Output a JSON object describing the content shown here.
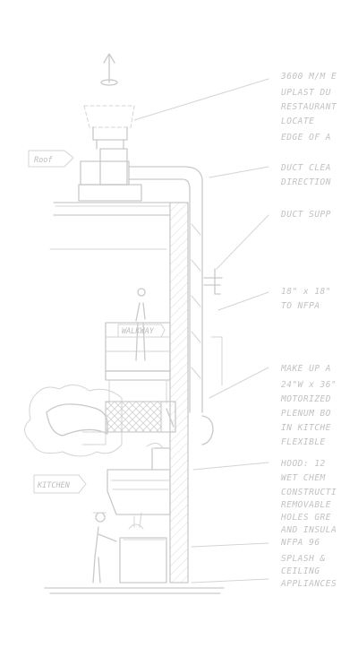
{
  "labels": {
    "roof": "Roof",
    "walkway": "WALKWAY",
    "kitchen": "KITCHEN"
  },
  "notes": [
    "3600 M/M E",
    "UPLAST DU",
    "RESTAURANT",
    "LOCATE",
    "EDGE OF A",
    "DUCT CLEA",
    "DIRECTION",
    "DUCT SUPP",
    "18\" x 18\"",
    "TO NFPA",
    "MAKE UP A",
    "24\"W x 36\"",
    "MOTORIZED",
    "PLENUM BO",
    "IN KITCHE",
    "FLEXIBLE",
    "HOOD: 12",
    "WET CHEM",
    "CONSTRUCTI",
    "REMOVABLE",
    "HOLES GRE",
    "AND INSULA",
    "NFPA 96",
    "SPLASH &",
    "CEILING",
    "APPLIANCES"
  ]
}
